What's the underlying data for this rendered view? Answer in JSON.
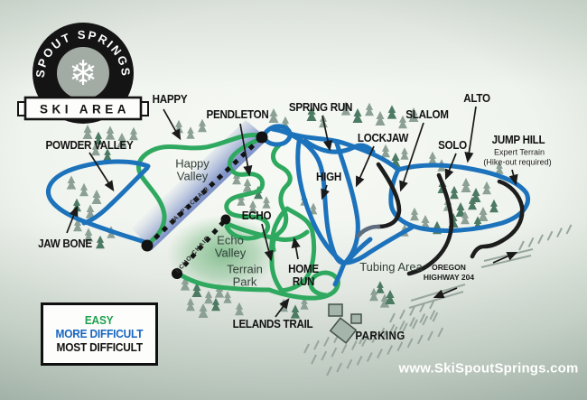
{
  "logo": {
    "arc_text": "SPOUT SPRINGS",
    "banner_text": "SKI AREA",
    "snowflake_icon": "❄"
  },
  "trails": {
    "happy": {
      "label": "HAPPY",
      "difficulty": "easy"
    },
    "powder_valley": {
      "label": "POWDER VALLEY",
      "difficulty": "more_difficult"
    },
    "jaw_bone": {
      "label": "JAW BONE",
      "difficulty": "more_difficult"
    },
    "pendleton": {
      "label": "PENDLETON",
      "difficulty": "easy"
    },
    "spring_run": {
      "label": "SPRING RUN",
      "difficulty": "more_difficult"
    },
    "high": {
      "label": "HIGH",
      "difficulty": "more_difficult"
    },
    "lockjaw": {
      "label": "LOCKJAW",
      "difficulty": "more_difficult"
    },
    "slalom": {
      "label": "SLALOM",
      "difficulty": "most_difficult"
    },
    "alto": {
      "label": "ALTO",
      "difficulty": "more_difficult"
    },
    "solo": {
      "label": "SOLO",
      "difficulty": "most_difficult"
    },
    "jump_hill": {
      "label": "JUMP HILL",
      "difficulty": "most_difficult",
      "note_line1": "Expert Terrain",
      "note_line2": "(Hike-out required)"
    },
    "echo": {
      "label": "ECHO",
      "difficulty": "easy"
    },
    "home_run": {
      "label": "HOME RUN",
      "difficulty": "easy"
    },
    "lelands_trail": {
      "label": "LELANDS TRAIL",
      "difficulty": "easy"
    }
  },
  "lifts": {
    "happy_chair": "HAPPY CHAIR",
    "echo_chair": "ECHO CHAIR"
  },
  "areas": {
    "happy_valley": "Happy Valley",
    "echo_valley": "Echo Valley",
    "terrain_park": "Terrain Park",
    "tubing_area": "Tubing Area",
    "parking": "PARKING"
  },
  "road": {
    "line1": "OREGON",
    "line2": "HIGHWAY 204"
  },
  "legend": {
    "items": [
      {
        "label": "EASY",
        "color": "#1fa14f"
      },
      {
        "label": "MORE DIFFICULT",
        "color": "#1565c0"
      },
      {
        "label": "MOST DIFFICULT",
        "color": "#111111"
      }
    ]
  },
  "website": "www.SkiSpoutSprings.com",
  "colors": {
    "easy_trail": "#2fa95f",
    "more_difficult_trail": "#1c72bb",
    "most_difficult_trail": "#1d1d1d",
    "lift_line": "#121212",
    "website_text": "#ffffff"
  }
}
